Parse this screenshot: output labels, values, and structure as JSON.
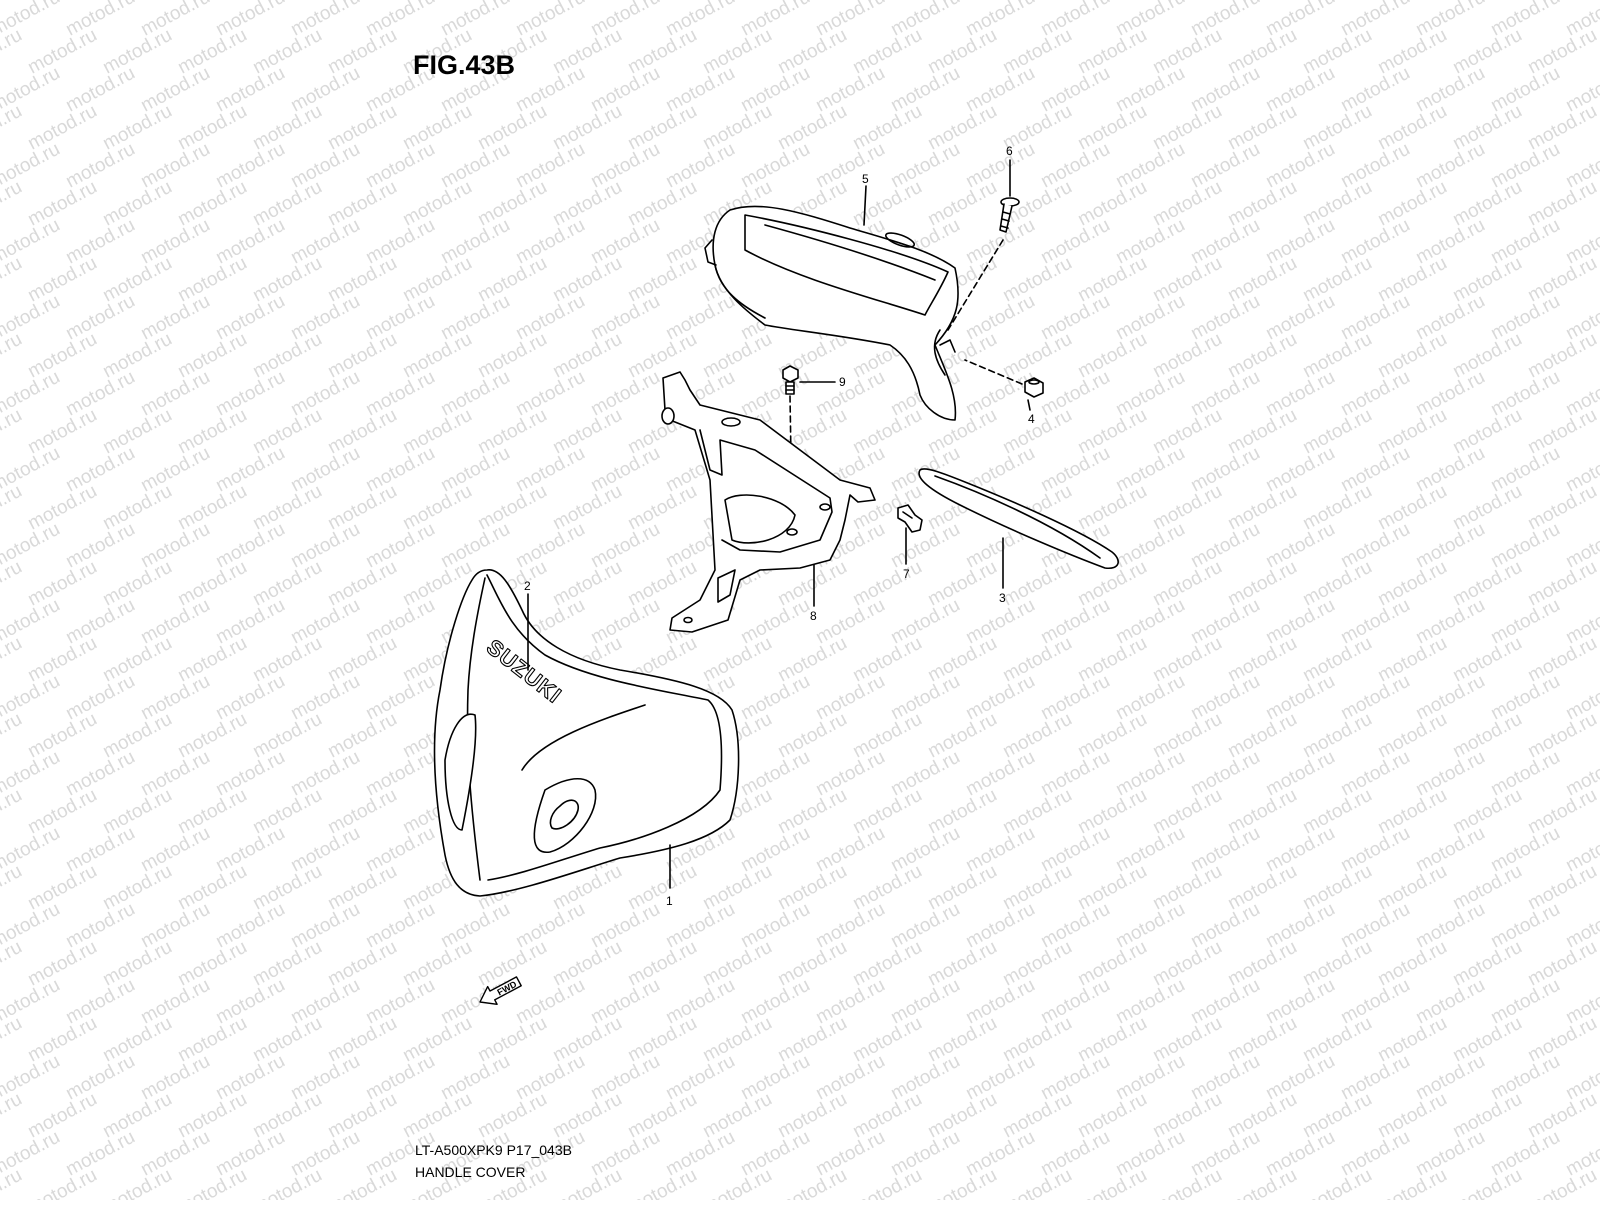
{
  "figure": {
    "title": "FIG.43B",
    "model_code": "LT-A500XPK9 P17_043B",
    "group_name": "HANDLE COVER",
    "watermark_text": "motod.ru",
    "brand_logo_text": "SUZUKI",
    "direction_marker": "FWD"
  },
  "callouts": [
    "1",
    "2",
    "3",
    "4",
    "5",
    "6",
    "7",
    "8",
    "9"
  ],
  "colors": {
    "ink": "#000000",
    "watermark": "#d9d9d9",
    "background": "#ffffff"
  }
}
